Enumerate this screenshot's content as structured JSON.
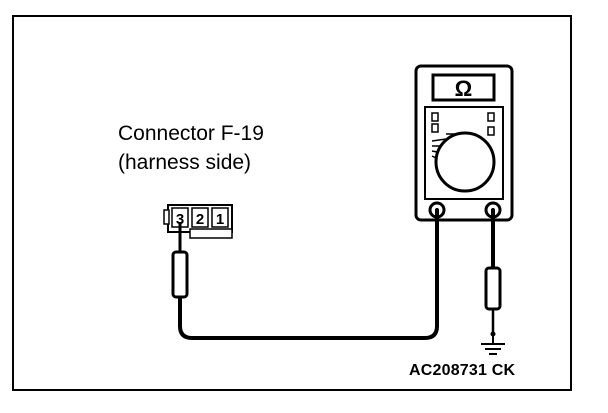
{
  "connector": {
    "label_line1": "Connector F-19",
    "label_line2": "(harness side)",
    "pins": [
      "3",
      "2",
      "1"
    ]
  },
  "meter": {
    "display_symbol": "Ω"
  },
  "figure_code": "AC208731 CK"
}
